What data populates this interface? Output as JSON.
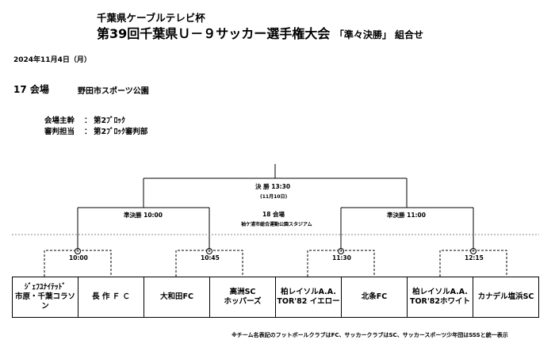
{
  "header": {
    "title_line1": "千葉県ケーブルテレビ杯",
    "title_line2_main": "第39回千葉県Ｕ－９サッカー選手権大会",
    "title_line2_sub": "「準々決勝」 組合せ",
    "date": "2024年11月4日（月）"
  },
  "venue": {
    "number": "17 会場",
    "name": "野田市スポーツ公園",
    "host_label": "会場主幹",
    "host_value": "第2ﾌﾞﾛｯｸ",
    "referee_label": "審判担当",
    "referee_value": "第2ﾌﾞﾛｯｸ審判部",
    "colon": "："
  },
  "final": {
    "label": "決 勝 13:30",
    "date": "(11月10日)",
    "venue_no": "18 会場",
    "venue_name": "袖ケ浦市総合運動公園スタジアム"
  },
  "semis": [
    {
      "label": "準決勝 10:00"
    },
    {
      "label": "準決勝 11:00"
    }
  ],
  "matches": [
    {
      "num": "①",
      "time": "10:00"
    },
    {
      "num": "②",
      "time": "10:45"
    },
    {
      "num": "③",
      "time": "11:30"
    },
    {
      "num": "④",
      "time": "12:15"
    }
  ],
  "teams": [
    "ｼﾞｪﾌﾕﾅｲﾃｯﾄﾞ\n市原・千葉コラソン",
    "長 作 Ｆ Ｃ",
    "大和田FC",
    "高洲SC\nホッパーズ",
    "柏レイソルA.A.\nTOR'82 イエロー",
    "北条FC",
    "柏レイソルA.A.\nTOR'82ホワイト",
    "カナデル塩浜SC"
  ],
  "footnote": "※チーム名表記のフットボールクラブはFC、サッカークラブはSC、サッカースポーツ少年団はSSSと統一表示"
}
